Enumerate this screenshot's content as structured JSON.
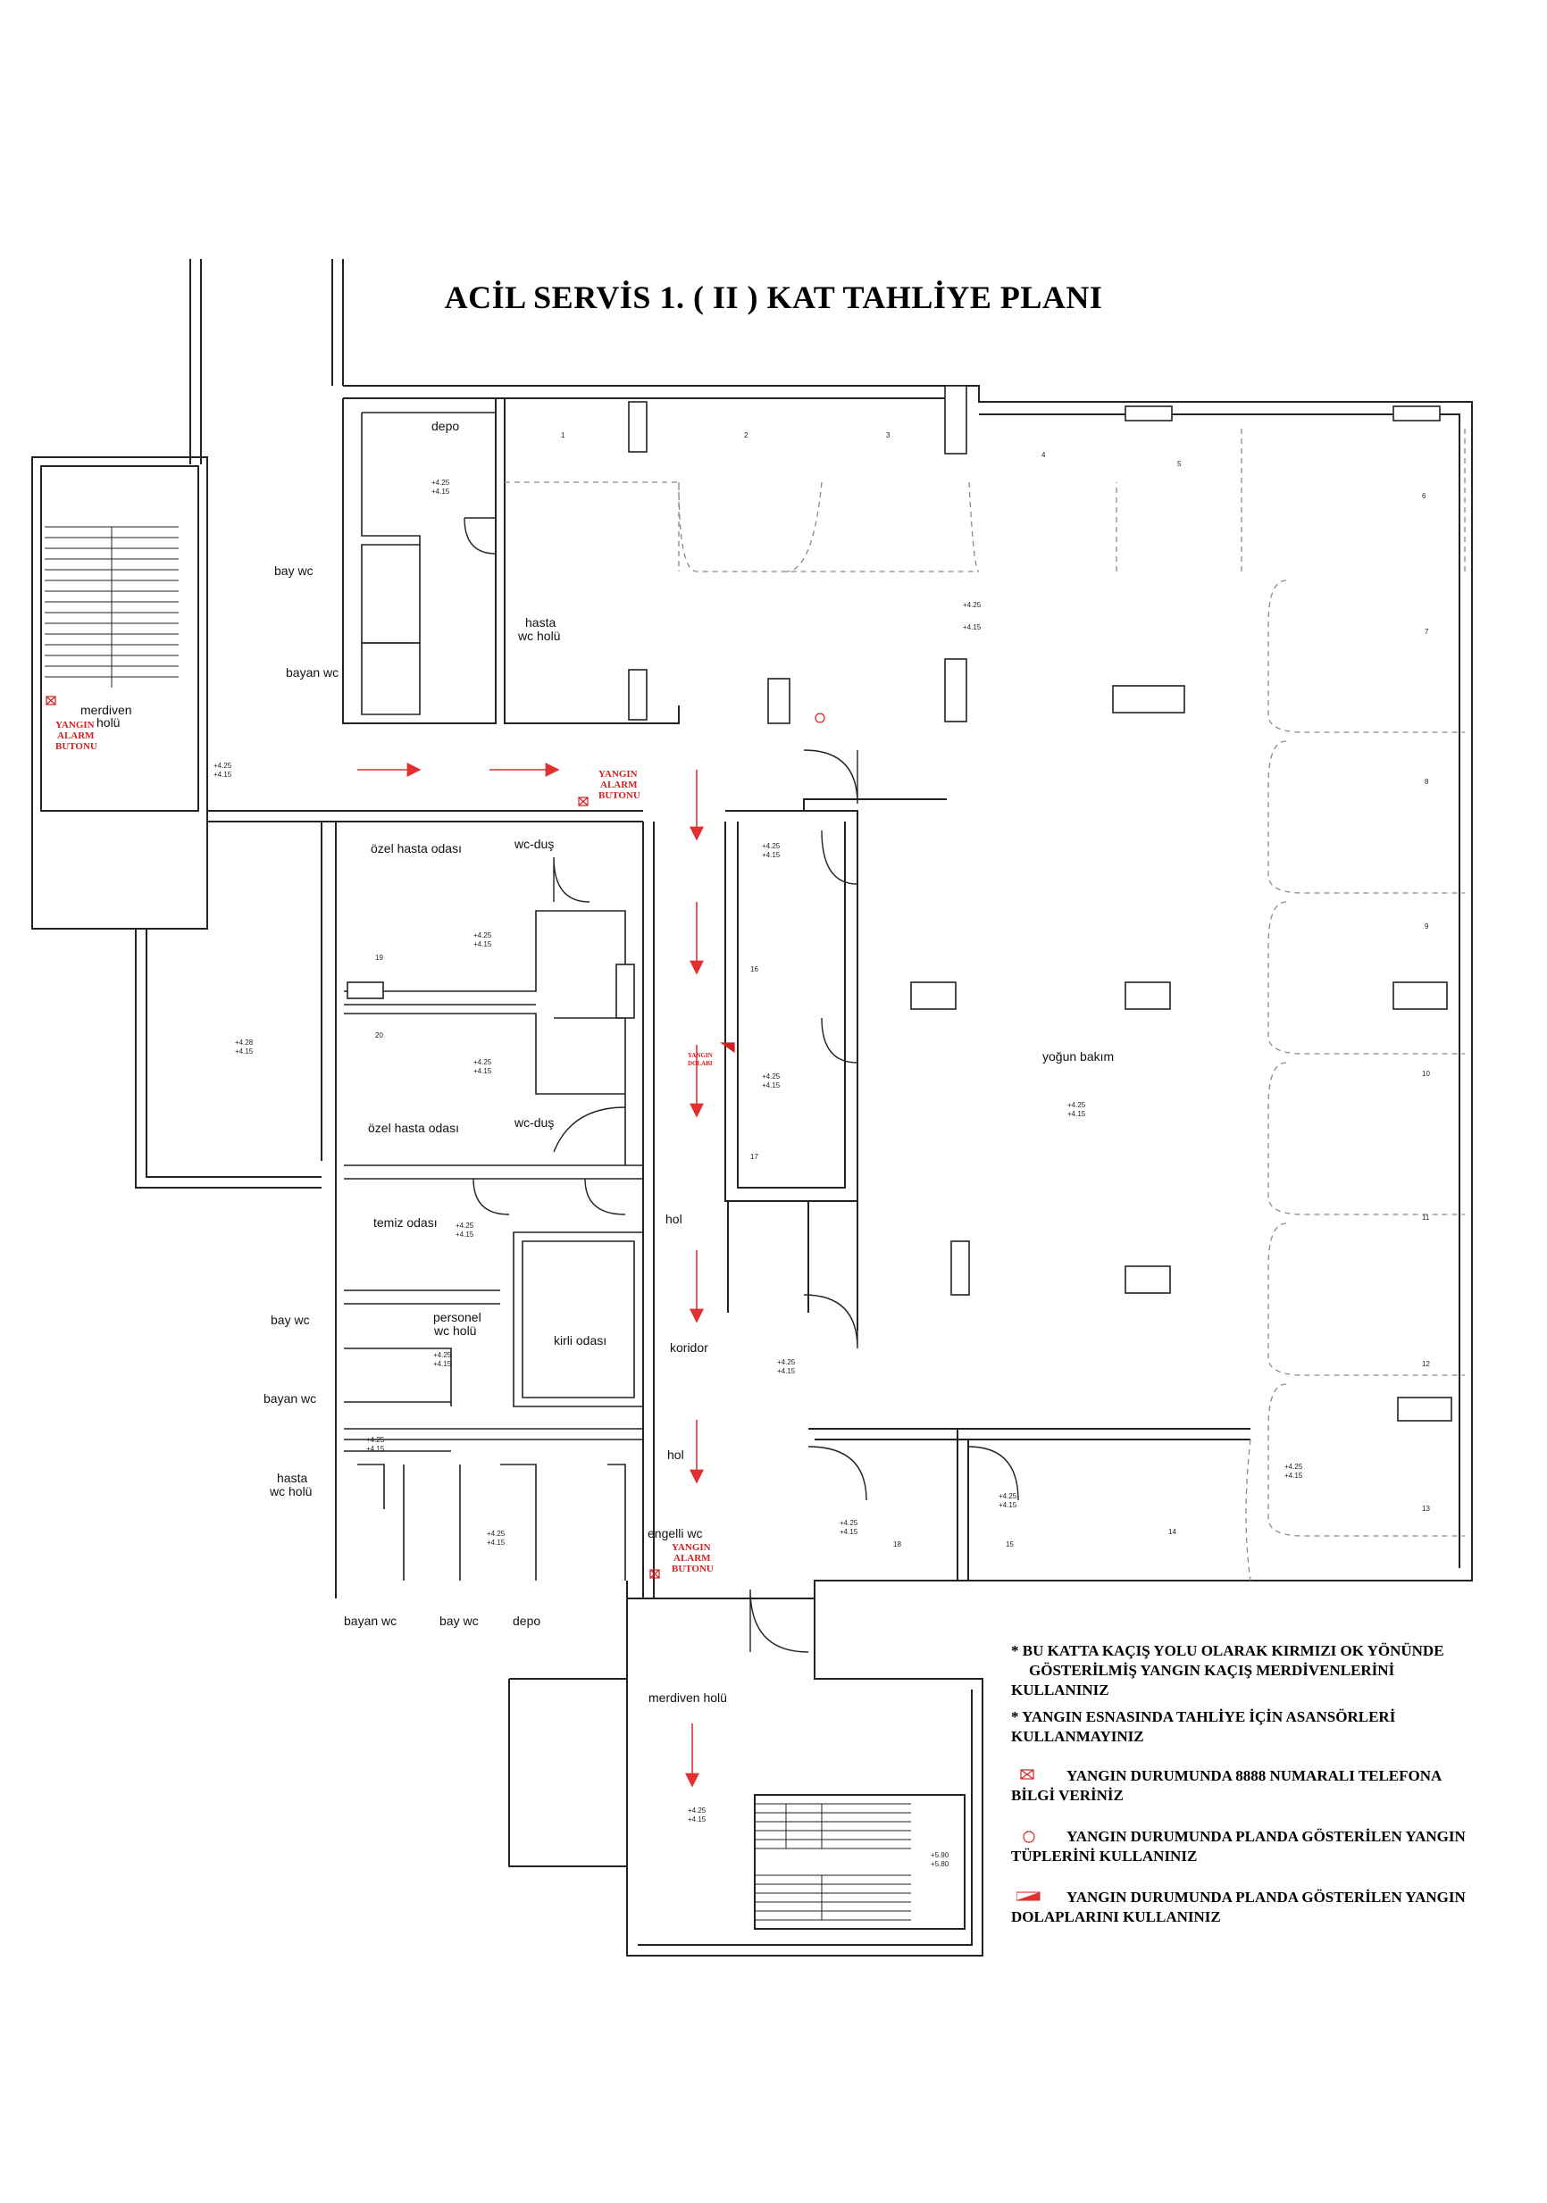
{
  "title": "ACİL SERVİS 1. ( II ) KAT   TAHLİYE PLANI",
  "colors": {
    "escape_arrow": "#e03030",
    "alarm_text": "#d21f1f",
    "wall": "#222222",
    "dashed": "#8a8a8a"
  },
  "rooms": {
    "depo_top": "depo",
    "bay_wc_top": "bay wc",
    "bayan_wc_top": "bayan wc",
    "hasta_wc_holu_top_1": "hasta",
    "hasta_wc_holu_top_2": "wc holü",
    "merdiven_holu_left_1": "merdiven",
    "merdiven_holu_left_2": "holü",
    "ozel_hasta_odasi_1": "özel hasta odası",
    "wc_dus_1": "wc-duş",
    "ozel_hasta_odasi_2": "özel hasta odası",
    "wc_dus_2": "wc-duş",
    "temiz_odasi": "temiz odası",
    "hol_1": "hol",
    "personel_wc_holu_1": "personel",
    "personel_wc_holu_2": "wc holü",
    "kirli_odasi": "kirli odası",
    "koridor": "koridor",
    "bay_wc_mid": "bay wc",
    "bayan_wc_mid": "bayan wc",
    "hasta_wc_holu_mid_1": "hasta",
    "hasta_wc_holu_mid_2": "wc holü",
    "hol_2": "hol",
    "engelli_wc": "engelli wc",
    "bayan_wc_bottom": "bayan wc",
    "bay_wc_bottom": "bay wc",
    "depo_bottom": "depo",
    "merdiven_holu_bottom": "merdiven holü",
    "yogun_bakim": "yoğun bakım"
  },
  "alarms": {
    "left": [
      "YANGIN",
      "ALARM",
      "BUTONU"
    ],
    "corridor": [
      "YANGIN",
      "ALARM",
      "BUTONU"
    ],
    "bottom": [
      "YANGIN",
      "ALARM",
      "BUTONU"
    ],
    "cabinet": [
      "YANGIN",
      "DOLABI"
    ]
  },
  "elevations": {
    "a": "+4.25",
    "b": "+4.15",
    "c": "+4.28",
    "stair_top": "+5.90",
    "stair_bottom": "+5.80"
  },
  "bed_numbers": [
    "1",
    "2",
    "3",
    "4",
    "5",
    "6",
    "7",
    "8",
    "9",
    "10",
    "11",
    "12",
    "13",
    "14",
    "15",
    "16",
    "17",
    "18",
    "19",
    "20"
  ],
  "legend": {
    "line1": "* BU KATTA KAÇIŞ YOLU OLARAK KIRMIZI OK YÖNÜNDE",
    "line2": "GÖSTERİLMİŞ YANGIN KAÇIŞ MERDİVENLERİNİ",
    "line3": "KULLANINIZ",
    "line4": "*  YANGIN ESNASINDA TAHLİYE İÇİN ASANSÖRLERİ",
    "line5": "KULLANMAYINIZ",
    "alarm_1": "YANGIN DURUMUNDA 8888 NUMARALI TELEFONA",
    "alarm_2": "BİLGİ VERİNİZ",
    "ext_1": "YANGIN DURUMUNDA PLANDA GÖSTERİLEN YANGIN",
    "ext_2": "TÜPLERİNİ KULLANINIZ",
    "cab_1": "YANGIN DURUMUNDA PLANDA GÖSTERİLEN YANGIN",
    "cab_2": "DOLAPLARINI KULLANINIZ"
  }
}
